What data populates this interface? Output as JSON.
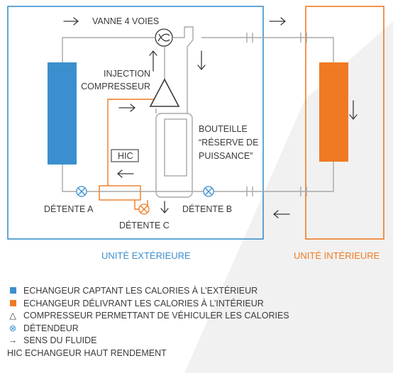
{
  "labels": {
    "vanne": "VANNE 4 VOIES",
    "injection_1": "INJECTION",
    "injection_2": "COMPRESSEUR",
    "bouteille_1": "BOUTEILLE",
    "bouteille_2": "“RÉSERVE DE",
    "bouteille_3": "PUISSANCE”",
    "hic": "HIC",
    "detente_a": "DÉTENTE A",
    "detente_b": "DÉTENTE B",
    "detente_c": "DÉTENTE C",
    "unite_exterieure": "UNITÉ EXTÉRIEURE",
    "unite_interieure": "UNITÉ INTÉRIEURE"
  },
  "colors": {
    "outdoor": "#3b8fce",
    "indoor": "#f07a24",
    "pipe": "#a8a8a8",
    "text": "#3a3a3a"
  },
  "legend": [
    {
      "icon": "blue-square-icon",
      "symbol": "",
      "text": "ECHANGEUR CAPTANT LES CALORIES À L’EXTÉRIEUR"
    },
    {
      "icon": "orange-square-icon",
      "symbol": "",
      "text": "ECHANGEUR DÉLIVRANT LES CALORIES À L’INTÉRIEUR"
    },
    {
      "icon": "triangle-icon",
      "symbol": "△",
      "text": "COMPRESSEUR PERMETTANT DE VÉHICULER LES CALORIES"
    },
    {
      "icon": "expansion-valve-icon",
      "symbol": "⊗",
      "text": "DÉTENDEUR"
    },
    {
      "icon": "arrow-right-icon",
      "symbol": "→",
      "text": "SENS DU FLUIDE"
    },
    {
      "icon": "",
      "symbol": "",
      "text": "HIC ECHANGEUR HAUT RENDEMENT"
    }
  ]
}
